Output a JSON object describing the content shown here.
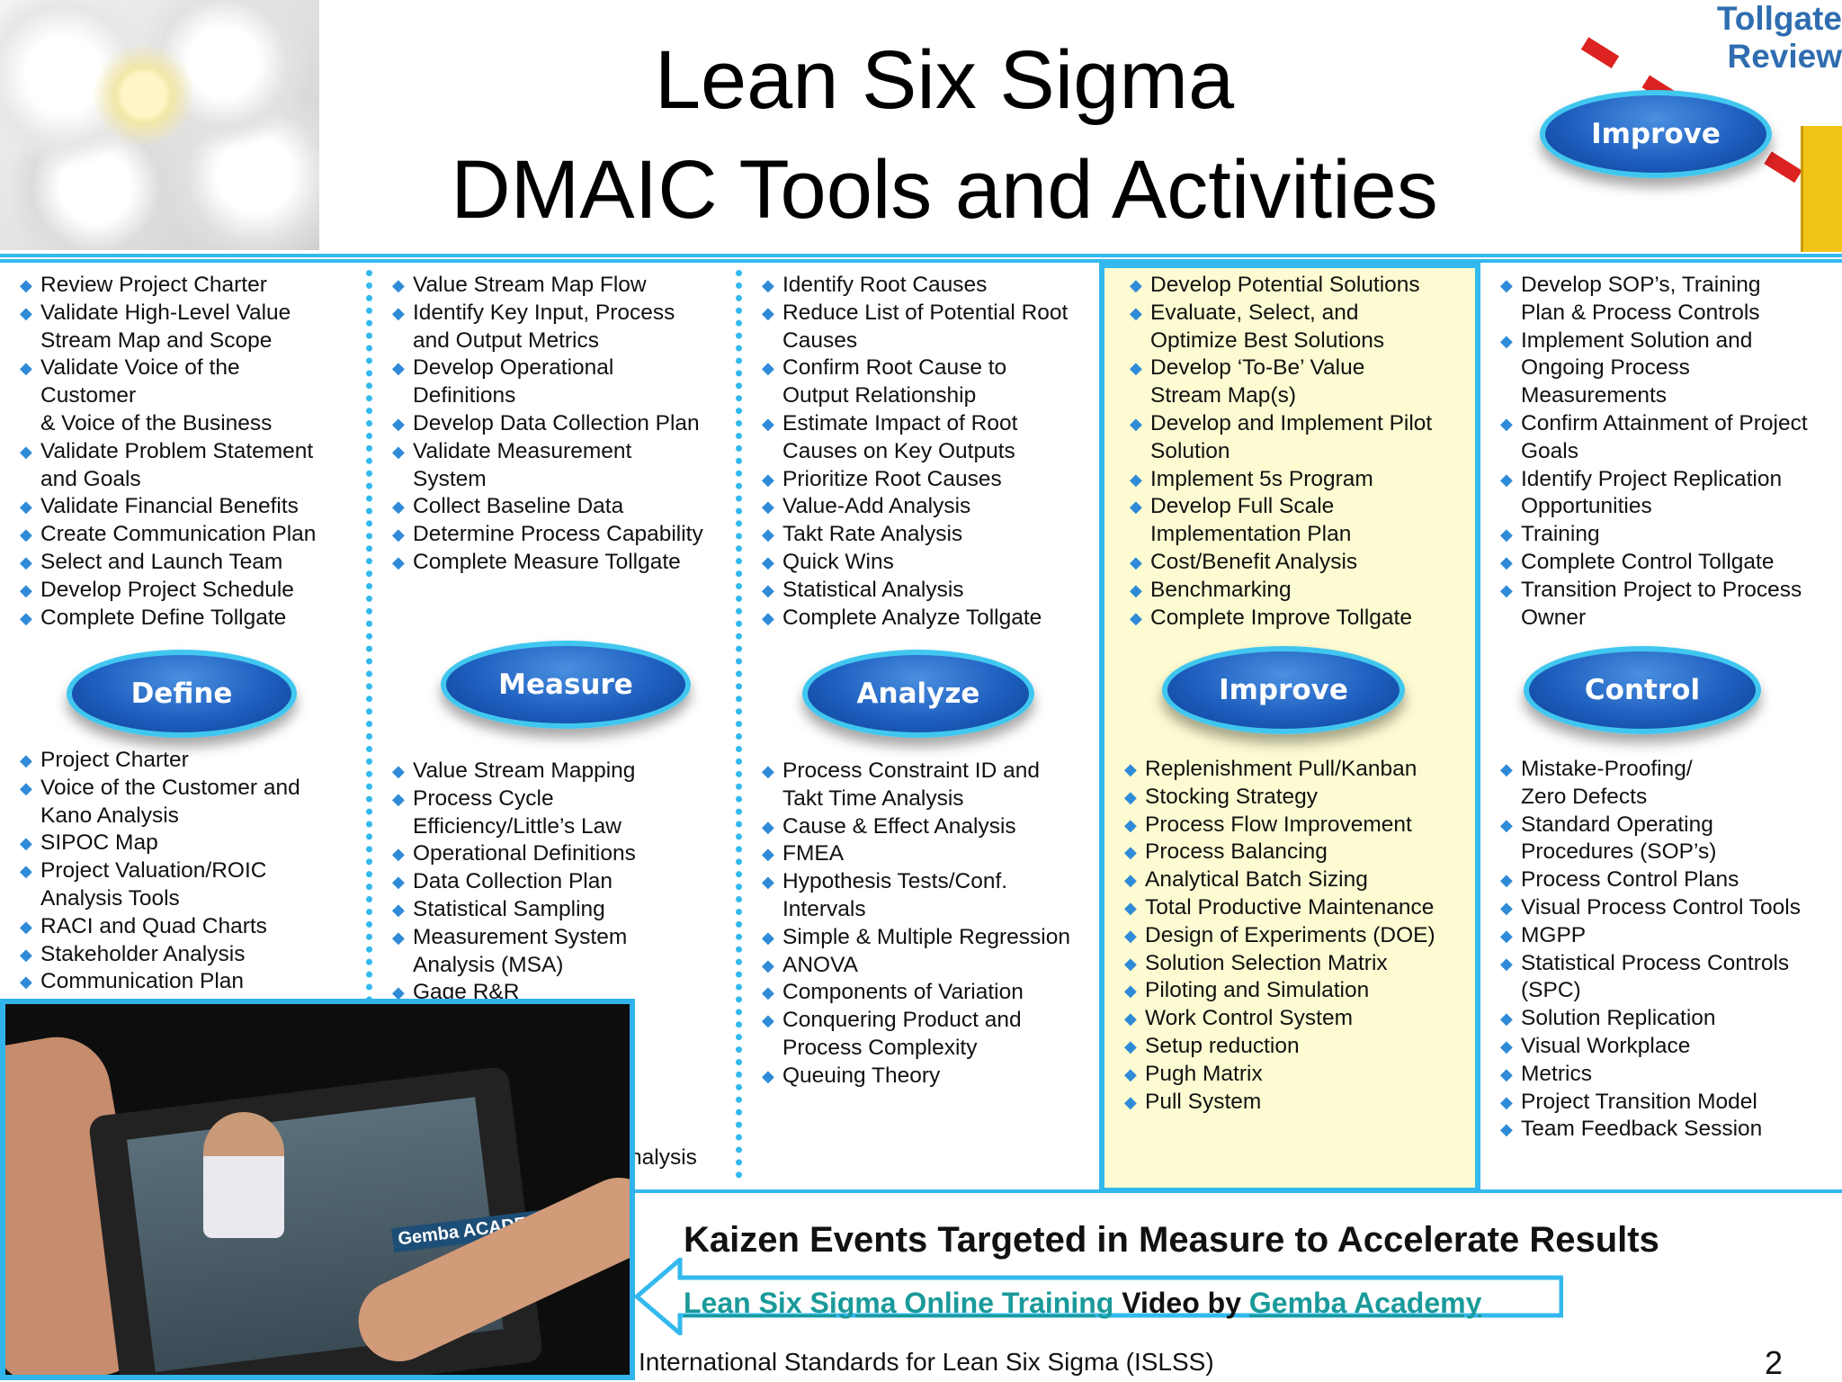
{
  "title": {
    "line1": "Lean Six Sigma",
    "line2": "DMAIC Tools and Activities"
  },
  "tollgate": {
    "label_line1": "Tollgate",
    "label_line2": "Review",
    "pill": "Improve"
  },
  "phases": [
    {
      "name": "Define",
      "activities": [
        [
          "Review Project Charter"
        ],
        [
          "Validate High-Level Value",
          "Stream Map and Scope"
        ],
        [
          "Validate Voice of the",
          "Customer",
          "& Voice of the Business"
        ],
        [
          "Validate Problem Statement",
          "and Goals"
        ],
        [
          "Validate Financial Benefits"
        ],
        [
          "Create Communication Plan"
        ],
        [
          "Select and Launch Team"
        ],
        [
          "Develop Project Schedule"
        ],
        [
          "Complete Define Tollgate"
        ]
      ],
      "tools": [
        [
          "Project Charter"
        ],
        [
          "Voice of the Customer and",
          "Kano Analysis"
        ],
        [
          "SIPOC Map"
        ],
        [
          "Project Valuation/ROIC",
          "Analysis Tools"
        ],
        [
          "RACI and Quad Charts"
        ],
        [
          "Stakeholder Analysis"
        ],
        [
          "Communication Plan"
        ]
      ]
    },
    {
      "name": "Measure",
      "activities": [
        [
          "Value Stream Map Flow"
        ],
        [
          "Identify Key Input, Process",
          "and Output Metrics"
        ],
        [
          "Develop Operational",
          "Definitions"
        ],
        [
          "Develop Data Collection Plan"
        ],
        [
          "Validate Measurement",
          "System"
        ],
        [
          "Collect Baseline Data"
        ],
        [
          "Determine Process Capability"
        ],
        [
          "Complete Measure Tollgate"
        ]
      ],
      "tools": [
        [
          "Value Stream Mapping"
        ],
        [
          "Process Cycle",
          "Efficiency/Little’s Law"
        ],
        [
          "Operational Definitions"
        ],
        [
          "Data Collection Plan"
        ],
        [
          "Statistical Sampling"
        ],
        [
          "Measurement System",
          "Analysis (MSA)"
        ],
        [
          "Gage R&R"
        ]
      ],
      "tools_tail": "nalysis"
    },
    {
      "name": "Analyze",
      "activities": [
        [
          "Identify Root Causes"
        ],
        [
          "Reduce List of Potential Root",
          "Causes"
        ],
        [
          "Confirm Root Cause to",
          "Output Relationship"
        ],
        [
          "Estimate Impact of Root",
          "Causes on Key Outputs"
        ],
        [
          "Prioritize Root Causes"
        ],
        [
          "Value-Add Analysis"
        ],
        [
          "Takt Rate Analysis"
        ],
        [
          "Quick Wins"
        ],
        [
          "Statistical Analysis"
        ],
        [
          "Complete Analyze Tollgate"
        ]
      ],
      "tools": [
        [
          "Process Constraint ID and",
          "Takt Time Analysis"
        ],
        [
          "Cause & Effect Analysis"
        ],
        [
          "FMEA"
        ],
        [
          "Hypothesis Tests/Conf.",
          "Intervals"
        ],
        [
          "Simple & Multiple Regression"
        ],
        [
          "ANOVA"
        ],
        [
          "Components of Variation"
        ],
        [
          "Conquering Product and",
          "Process Complexity"
        ],
        [
          "Queuing Theory"
        ]
      ]
    },
    {
      "name": "Improve",
      "activities": [
        [
          "Develop Potential Solutions"
        ],
        [
          "Evaluate, Select, and",
          "Optimize Best Solutions"
        ],
        [
          "Develop ‘To-Be’ Value",
          "Stream Map(s)"
        ],
        [
          "Develop and Implement Pilot",
          "Solution"
        ],
        [
          "Implement 5s Program"
        ],
        [
          "Develop Full Scale",
          "Implementation Plan"
        ],
        [
          "Cost/Benefit Analysis"
        ],
        [
          "Benchmarking"
        ],
        [
          "Complete Improve Tollgate"
        ]
      ],
      "tools": [
        [
          "Replenishment Pull/Kanban"
        ],
        [
          "Stocking Strategy"
        ],
        [
          "Process Flow Improvement"
        ],
        [
          "Process Balancing"
        ],
        [
          "Analytical Batch Sizing"
        ],
        [
          "Total Productive Maintenance"
        ],
        [
          "Design of Experiments (DOE)"
        ],
        [
          "Solution Selection Matrix"
        ],
        [
          "Piloting and Simulation"
        ],
        [
          "Work Control System"
        ],
        [
          "Setup reduction"
        ],
        [
          "Pugh Matrix"
        ],
        [
          "Pull System"
        ]
      ]
    },
    {
      "name": "Control",
      "activities": [
        [
          "Develop SOP’s, Training",
          "Plan & Process Controls"
        ],
        [
          "Implement Solution and",
          "Ongoing Process",
          "Measurements"
        ],
        [
          "Confirm Attainment of Project",
          "Goals"
        ],
        [
          "Identify Project Replication",
          "Opportunities"
        ],
        [
          "Training"
        ],
        [
          "Complete Control Tollgate"
        ],
        [
          "Transition Project to Process",
          "Owner"
        ]
      ],
      "tools": [
        [
          "Mistake-Proofing/",
          "Zero Defects"
        ],
        [
          "Standard Operating",
          "Procedures (SOP’s)"
        ],
        [
          "Process Control Plans"
        ],
        [
          "Visual Process Control Tools"
        ],
        [
          "MGPP"
        ],
        [
          "Statistical Process Controls",
          "(SPC)"
        ],
        [
          "Solution Replication"
        ],
        [
          "Visual Workplace"
        ],
        [
          "Metrics"
        ],
        [
          "Project Transition Model"
        ],
        [
          "Team Feedback Session"
        ]
      ]
    }
  ],
  "footer": {
    "kaizen": "Kaizen Events Targeted in Measure to Accelerate Results",
    "link1": "Lean Six Sigma Online Training",
    "link_middle": " Video by ",
    "link2": "Gemba Academy",
    "organization": "International Standards for Lean Six Sigma (ISLSS)",
    "page_number": "2"
  },
  "video": {
    "logo_text": "Gemba ACADEMY"
  },
  "colors": {
    "accent_blue": "#33b9ee",
    "pill_blue": "#1e5fbf",
    "bullet_blue": "#2f8bd8",
    "improve_panel": "#fdfbd1",
    "link_teal": "#1a9a9a"
  }
}
